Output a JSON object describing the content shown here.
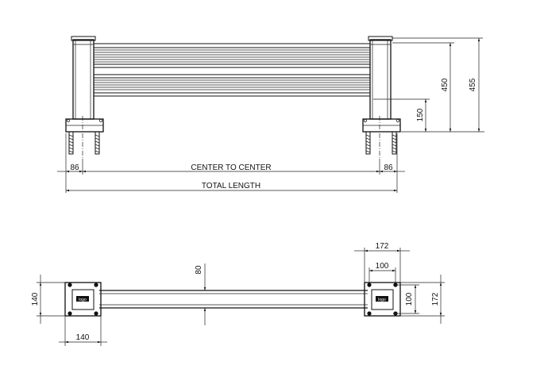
{
  "front_view": {
    "dim_left_offset": "86",
    "dim_right_offset": "86",
    "center_to_center": "CENTER TO CENTER",
    "total_length": "TOTAL LENGTH",
    "height_total": "455",
    "height_rail": "450",
    "height_base": "150"
  },
  "plan_view": {
    "base_width_top": "172",
    "bolt_spacing_top": "100",
    "rail_depth": "80",
    "base_depth_left": "140",
    "base_width_left": "140",
    "bolt_spacing_right": "100",
    "base_depth_right": "172",
    "logo_text": "logo"
  }
}
